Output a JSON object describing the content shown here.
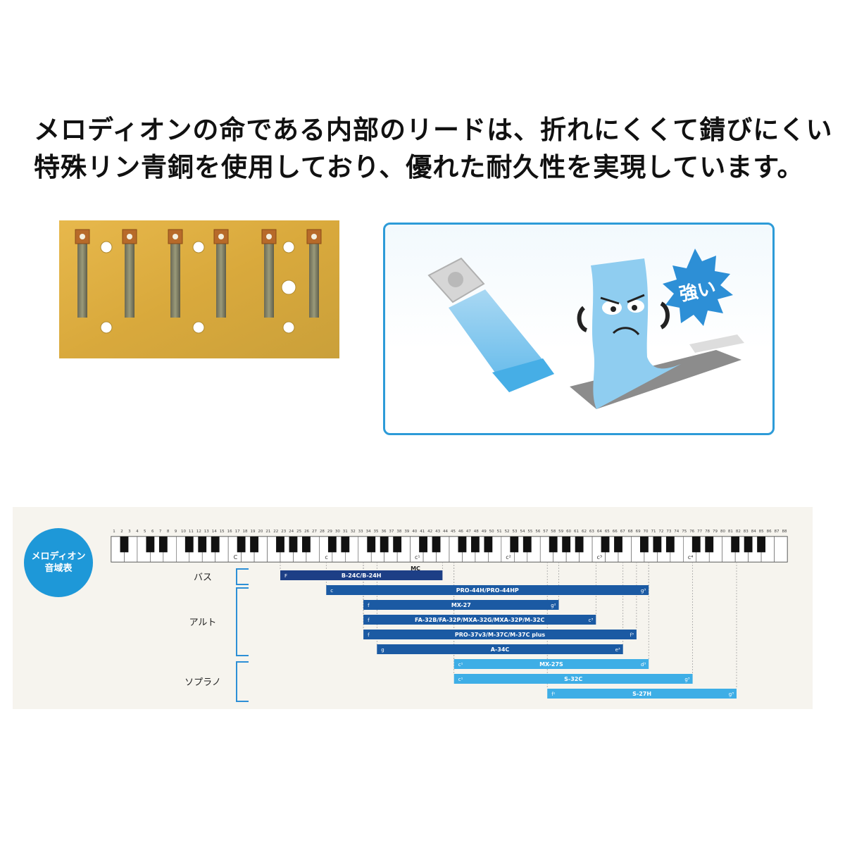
{
  "headline": {
    "line1": "メロディオンの命である内部のリードは、折れにくくて錆びにくい",
    "line2": "特殊リン青銅を使用しており、優れた耐久性を実現しています。"
  },
  "illustration": {
    "burst_text": "強い"
  },
  "range_chart": {
    "badge": {
      "line1": "メロディオン",
      "line2": "音域表"
    },
    "key_numbers": [
      "1",
      "2",
      "3",
      "4",
      "5",
      "6",
      "7",
      "8",
      "9",
      "10",
      "11",
      "12",
      "13",
      "14",
      "15",
      "16",
      "17",
      "18",
      "19",
      "20",
      "21",
      "22",
      "23",
      "24",
      "25",
      "26",
      "27",
      "28",
      "29",
      "30",
      "31",
      "32",
      "33",
      "34",
      "35",
      "36",
      "37",
      "38",
      "39",
      "40",
      "41",
      "42",
      "43",
      "44",
      "45",
      "46",
      "47",
      "48",
      "49",
      "50",
      "51",
      "52",
      "53",
      "54",
      "55",
      "56",
      "57",
      "58",
      "59",
      "60",
      "61",
      "62",
      "63",
      "64",
      "65",
      "66",
      "67",
      "68",
      "69",
      "70",
      "71",
      "72",
      "73",
      "74",
      "75",
      "76",
      "77",
      "78",
      "79",
      "80",
      "81",
      "82",
      "83",
      "84",
      "85",
      "86",
      "87",
      "88"
    ],
    "octave_labels": [
      "C",
      "c",
      "c¹",
      "c²",
      "c³",
      "c⁴"
    ],
    "mc_label": "MC",
    "groups": [
      {
        "name": "バス"
      },
      {
        "name": "アルト"
      },
      {
        "name": "ソプラノ"
      }
    ],
    "models": [
      {
        "name": "B-24C/B-24H",
        "low": "F",
        "high": "",
        "start": 0.25,
        "end": 0.49,
        "color": "#1d3f86"
      },
      {
        "name": "PRO-44H/PRO-44HP",
        "low": "c",
        "high": "g³",
        "start": 0.318,
        "end": 0.795,
        "color": "#1b5aa3"
      },
      {
        "name": "MX-27",
        "low": "f",
        "high": "g²",
        "start": 0.373,
        "end": 0.662,
        "color": "#1b5aa3"
      },
      {
        "name": "FA-32B/FA-32P/MXA-32G/MXA-32P/M-32C",
        "low": "f",
        "high": "c³",
        "start": 0.373,
        "end": 0.717,
        "color": "#1b5aa3"
      },
      {
        "name": "PRO-37v3/M-37C/M-37C plus",
        "low": "f",
        "high": "f³",
        "start": 0.373,
        "end": 0.777,
        "color": "#1b5aa3"
      },
      {
        "name": "A-34C",
        "low": "g",
        "high": "e³",
        "start": 0.393,
        "end": 0.757,
        "color": "#1b5aa3"
      },
      {
        "name": "MX-27S",
        "low": "c¹",
        "high": "d³",
        "start": 0.507,
        "end": 0.795,
        "color": "#3eaee6"
      },
      {
        "name": "S-32C",
        "low": "c¹",
        "high": "g³",
        "start": 0.507,
        "end": 0.86,
        "color": "#3eaee6"
      },
      {
        "name": "S-27H",
        "low": "f¹",
        "high": "g³",
        "start": 0.645,
        "end": 0.925,
        "color": "#3eaee6"
      }
    ]
  }
}
